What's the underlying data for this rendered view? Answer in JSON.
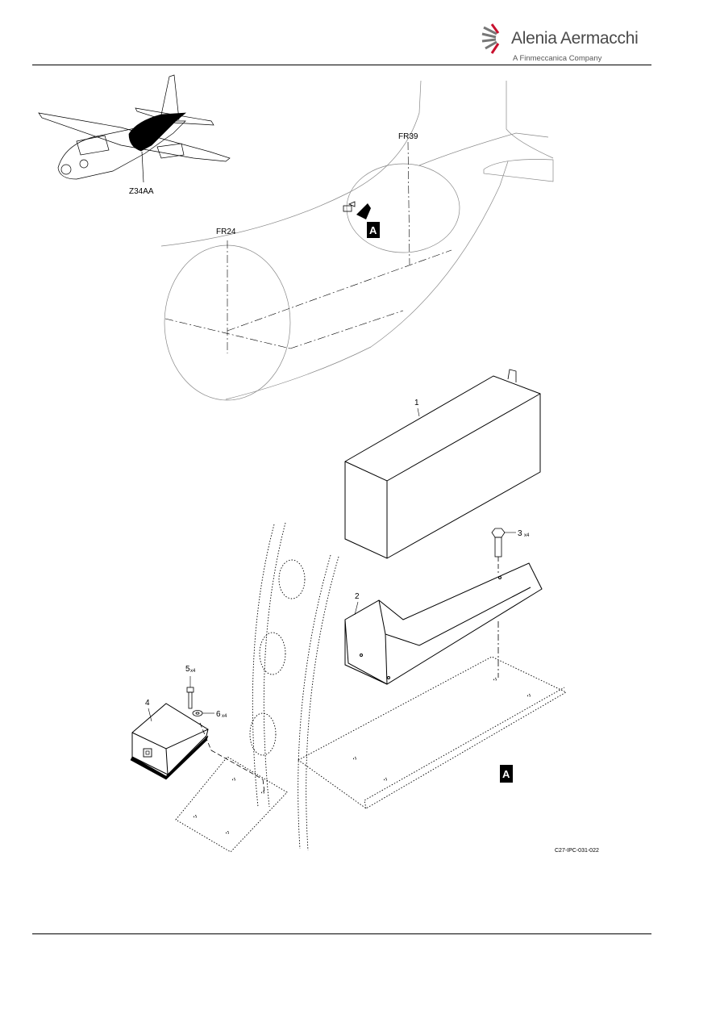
{
  "header": {
    "company_name": "Alenia Aermacchi",
    "company_subtitle": "A Finmeccanica Company",
    "logo_color": "#c8102e"
  },
  "figure": {
    "zone_label": "Z34AA",
    "frame_labels": [
      "FR39",
      "FR24"
    ],
    "view_tag": "A",
    "items": [
      {
        "ref": "1",
        "qty": ""
      },
      {
        "ref": "2",
        "qty": ""
      },
      {
        "ref": "3",
        "qty": "x4"
      },
      {
        "ref": "4",
        "qty": ""
      },
      {
        "ref": "5",
        "qty": "x4"
      },
      {
        "ref": "6",
        "qty": "x4"
      }
    ],
    "figure_code": "C27-IPC-031-022"
  }
}
